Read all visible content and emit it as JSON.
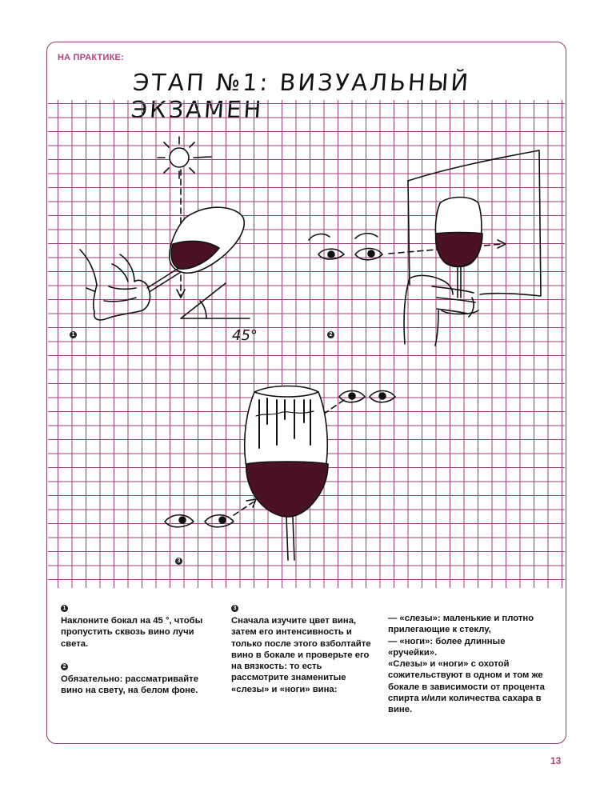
{
  "header": {
    "section_label": "НА ПРАКТИКЕ:",
    "title": "ЭТАП №1: ВИЗУАЛЬНЫЙ ЭКЗАМЕН"
  },
  "illustration": {
    "angle_label": "45°",
    "markers": [
      "1",
      "2",
      "3"
    ]
  },
  "text": {
    "col1": {
      "marker1": "1",
      "p1": "Наклоните бокал на 45 °, чтобы пропустить сквозь вино лучи света.",
      "marker2": "2",
      "p2": "Обязательно: рассматривайте вино на свету, на белом фоне."
    },
    "col2": {
      "marker3": "3",
      "p1": "Сначала изучите цвет вина, затем его интенсивность и только после этого взболтайте вино в бокале и проверьте его на вязкость: то есть рассмотрите знаменитые «слезы» и «ноги» вина:"
    },
    "col3": {
      "line1": "— «слезы»: маленькие и плотно прилегающие к стеклу,",
      "line2": "— «ноги»: более длинные «ручейки».",
      "p2": "«Слезы» и «ноги» с охотой сожительствуют в одном и том же бокале в зависимости от процента спирта и/или количества сахара в вине."
    }
  },
  "page_number": "13",
  "colors": {
    "accent": "#b0407e",
    "grid": "#9c3e74",
    "wine": "#4a1222"
  }
}
